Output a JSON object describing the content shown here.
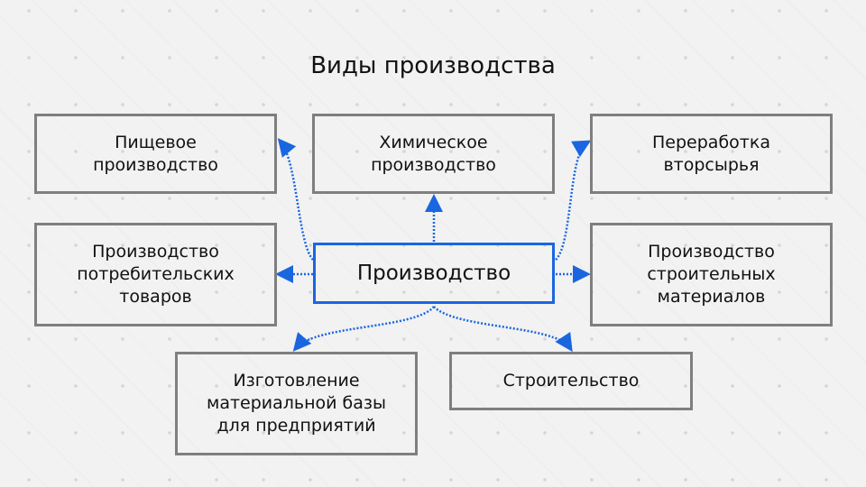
{
  "title": "Виды производства",
  "center": "Производство",
  "nodes": {
    "food": "Пищевое\nпроизводство",
    "chemical": "Химическое\nпроизводство",
    "recycling": "Переработка\nвторсырья",
    "consumer": "Производство\nпотребительских\nтоваров",
    "building_materials": "Производство\nстроительных\nматериалов",
    "material_base": "Изготовление\nматериальной базы\nдля предприятий",
    "construction": "Строительство"
  },
  "colors": {
    "accent": "#1a66e0",
    "border": "#7f7f7f",
    "background": "#f2f2f2"
  }
}
